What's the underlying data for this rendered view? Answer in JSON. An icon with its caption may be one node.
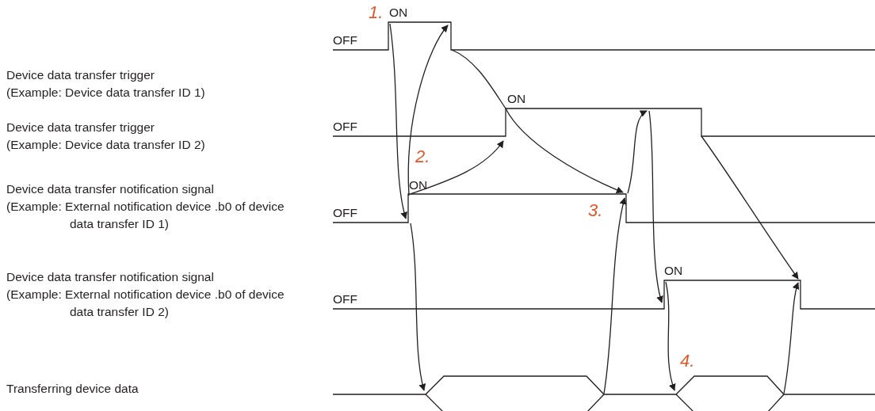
{
  "diagram": {
    "labels": [
      "Device data transfer trigger",
      "(Example: Device data transfer ID 1)",
      "Device data transfer trigger",
      "(Example: Device data transfer ID 2)",
      "Device data transfer notification signal",
      "(Example: External notification device .b0 of device data transfer ID 1)",
      "Device data transfer notification signal",
      "(Example: External notification device .b0 of device data transfer ID 2)",
      "Transferring device data",
      "OFF",
      "OFF",
      "OFF",
      "OFF",
      "ON",
      "ON",
      "ON",
      "ON",
      "1.",
      "2.",
      "3.",
      "4."
    ]
  }
}
